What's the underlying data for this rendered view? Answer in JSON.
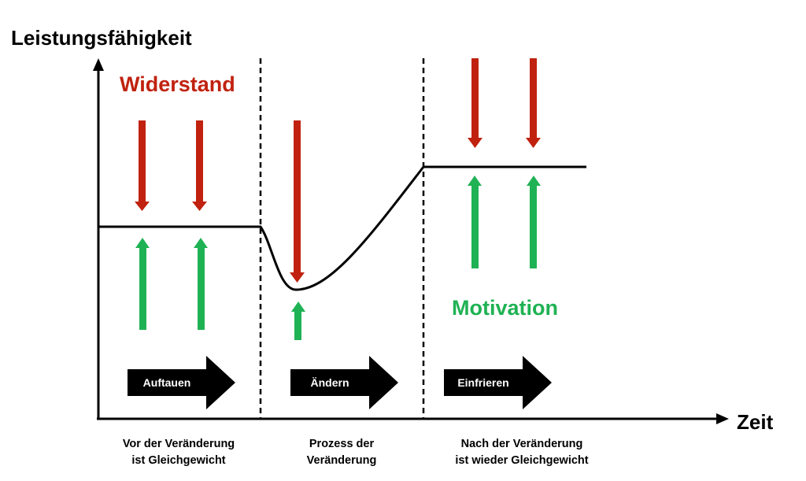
{
  "axes": {
    "y_label": "Leistungsfähigkeit",
    "x_label": "Zeit"
  },
  "forces": {
    "resistance_label": "Widerstand",
    "motivation_label": "Motivation",
    "resistance_color": "#c0220f",
    "motivation_color": "#1fb254"
  },
  "steps": [
    {
      "label": "Auftauen"
    },
    {
      "label": "Ändern"
    },
    {
      "label": "Einfrieren"
    }
  ],
  "phases": [
    {
      "line1": "Vor der Veränderung",
      "line2": "ist Gleichgewicht"
    },
    {
      "line1": "Prozess der",
      "line2": "Veränderung"
    },
    {
      "line1": "Nach der Veränderung",
      "line2": "ist wieder Gleichgewicht"
    }
  ]
}
